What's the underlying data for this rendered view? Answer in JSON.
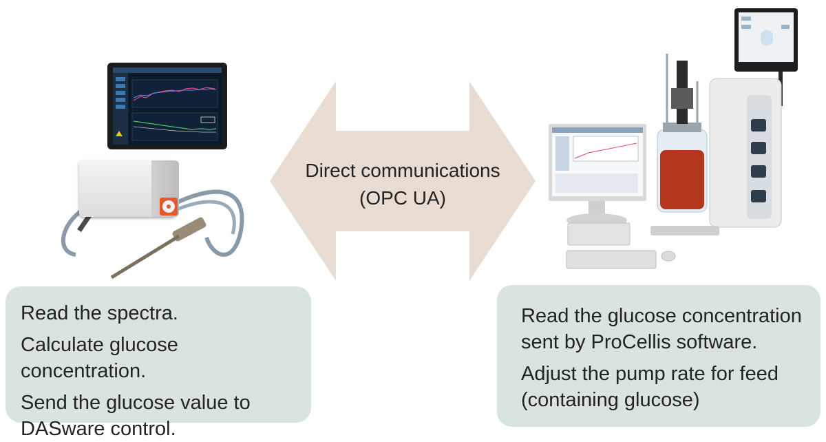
{
  "arrow": {
    "line1": "Direct communications",
    "line2": "(OPC UA)",
    "color": "#e9ddd3"
  },
  "left_panel": {
    "lines": [
      "Read the spectra.",
      "Calculate glucose concentration.",
      "Send the glucose value to DASware control."
    ]
  },
  "right_panel": {
    "lines": [
      "Read the glucose concentration sent by ProCellis software.",
      "Adjust the pump rate for feed (containing glucose)"
    ]
  },
  "colors": {
    "panel": "#d9e3df",
    "accent_orange": "#e2582c",
    "liquid": "#b3361d"
  }
}
